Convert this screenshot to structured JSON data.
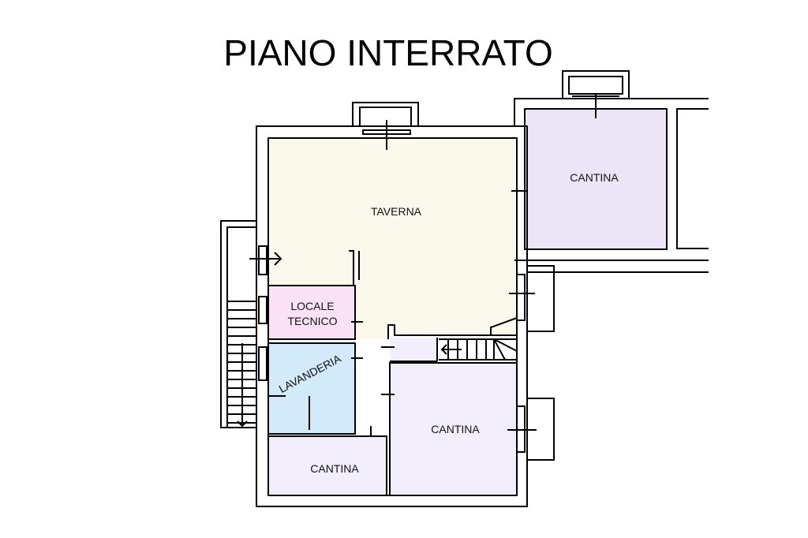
{
  "title": "PIANO INTERRATO",
  "rooms": {
    "taverna": "TAVERNA",
    "cantina_top": "CANTINA",
    "locale_tecnico_1": "LOCALE",
    "locale_tecnico_2": "TECNICO",
    "lavanderia": "LAVANDERIA",
    "cantina_bottom_right": "CANTINA",
    "cantina_bottom_left": "CANTINA"
  },
  "colors": {
    "taverna": "#fbf8ec",
    "cantina": "#f3eefc",
    "cantina_top": "#ece5f8",
    "locale_tecnico": "#fbe1f5",
    "lavanderia": "#d3eafb"
  }
}
